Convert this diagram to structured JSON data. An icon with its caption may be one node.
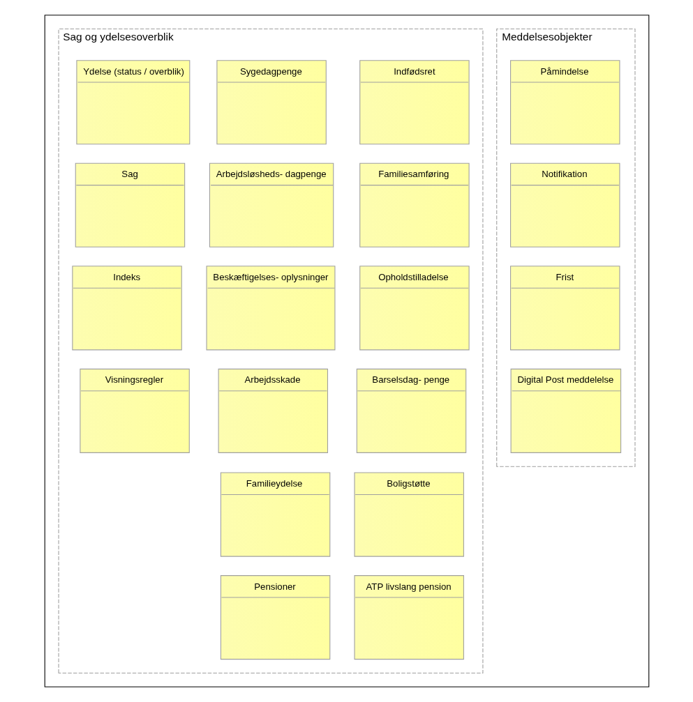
{
  "diagram": {
    "nodes": [
      {
        "text": [],
        "shape": "box"
      },
      {
        "text": [
          "Sag og ydelsesoverblik"
        ],
        "in": 0
      },
      {
        "text": [
          "Ydelse (status / overblik)"
        ],
        "in": 1
      },
      {
        "text": [
          "Sygedagpenge"
        ],
        "in": 1
      },
      {
        "text": [
          "Indfødsret"
        ],
        "in": 1
      },
      {
        "text": [
          "Sag"
        ],
        "in": 1
      },
      {
        "text": [
          "Arbejdsløsheds- dagpenge"
        ],
        "in": 1
      },
      {
        "text": [
          "Familiesamføring"
        ],
        "in": 1
      },
      {
        "text": [
          "Indeks"
        ],
        "in": 1
      },
      {
        "text": [
          "Beskæftigelses- oplysninger"
        ],
        "in": 1
      },
      {
        "text": [
          "Opholdstilladelse"
        ],
        "in": 1
      },
      {
        "text": [
          "Visningsregler"
        ],
        "in": 1
      },
      {
        "text": [
          "Arbejdsskade"
        ],
        "in": 1
      },
      {
        "text": [
          "Barselsdag- penge"
        ],
        "in": 1
      },
      {
        "text": [
          "Familieydelse"
        ],
        "in": 1
      },
      {
        "text": [
          "Boligstøtte"
        ],
        "in": 1
      },
      {
        "text": [
          "Pensioner"
        ],
        "in": 1
      },
      {
        "text": [
          "ATP livslang pension"
        ],
        "in": 1
      },
      {
        "text": [
          "Meddelsesobjekter"
        ],
        "in": 0
      },
      {
        "text": [
          "Påmindelse"
        ],
        "in": 18
      },
      {
        "text": [
          "Notifikation"
        ],
        "in": 18
      },
      {
        "text": [
          "Frist"
        ],
        "in": 18
      },
      {
        "text": [
          "Digital Post meddelelse"
        ],
        "in": 18
      }
    ],
    "edges": []
  }
}
